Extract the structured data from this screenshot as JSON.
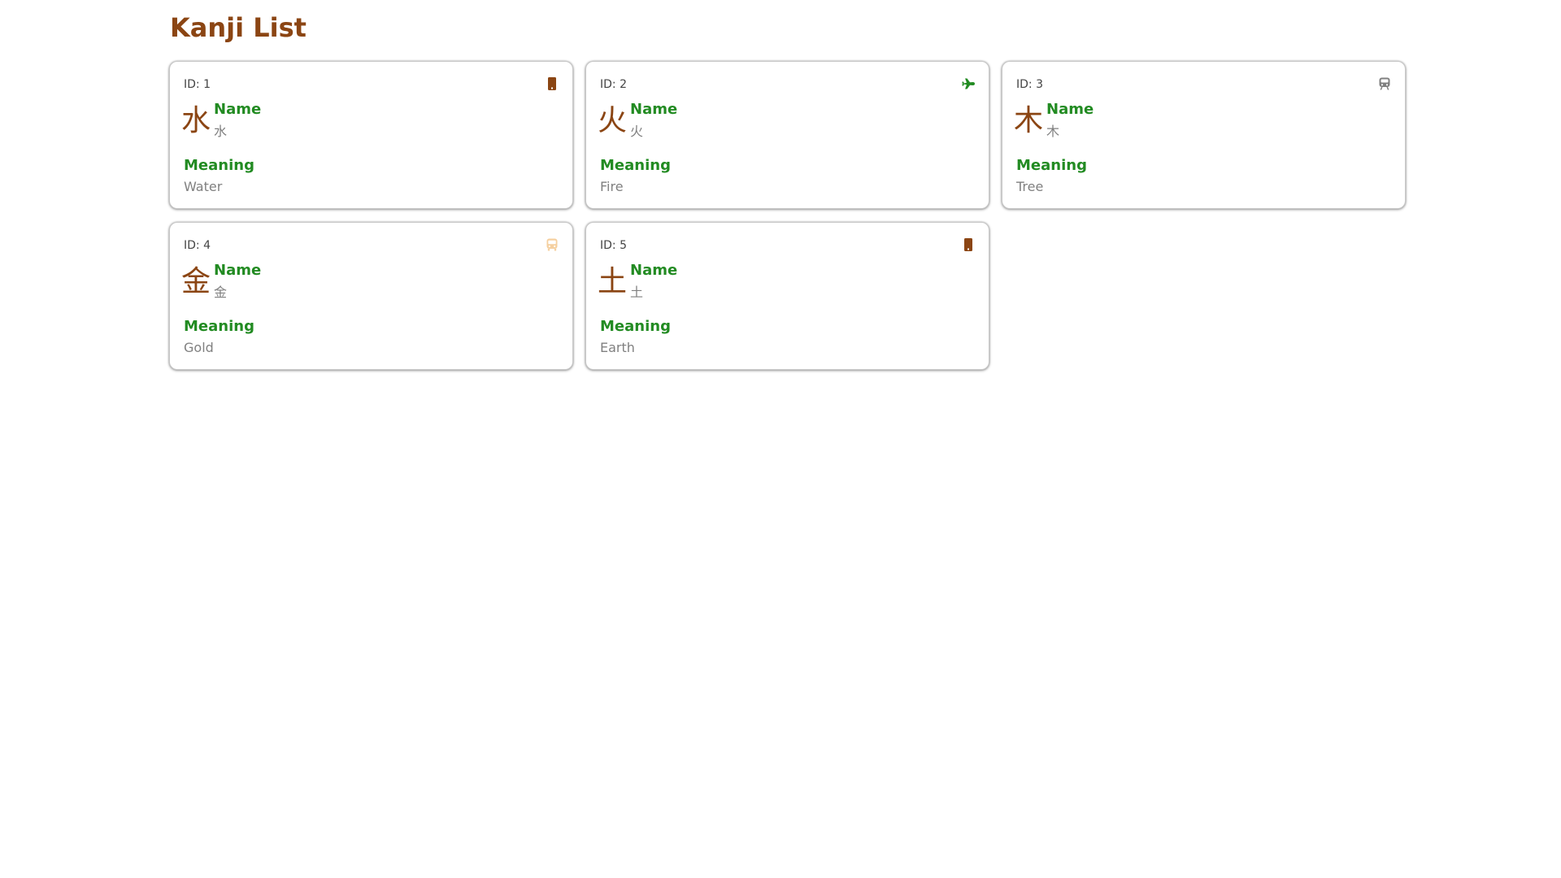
{
  "header": {
    "title": "Kanji List"
  },
  "labels": {
    "name": "Name",
    "meaning": "Meaning"
  },
  "colors": {
    "title": "#8B4513",
    "label": "#228B22",
    "value": "#808080",
    "kanji": "#8B4513"
  },
  "cards": [
    {
      "id_text": "ID: 1",
      "kanji": "水",
      "name": "水",
      "meaning": "Water",
      "icon": "mobile-phone-icon",
      "icon_color": "#8B4513"
    },
    {
      "id_text": "ID: 2",
      "kanji": "火",
      "name": "火",
      "meaning": "Fire",
      "icon": "airplane-icon",
      "icon_color": "#228B22"
    },
    {
      "id_text": "ID: 3",
      "kanji": "木",
      "name": "木",
      "meaning": "Tree",
      "icon": "train-icon",
      "icon_color": "#808080"
    },
    {
      "id_text": "ID: 4",
      "kanji": "金",
      "name": "金",
      "meaning": "Gold",
      "icon": "bus-icon",
      "icon_color": "#F5D0A0"
    },
    {
      "id_text": "ID: 5",
      "kanji": "土",
      "name": "土",
      "meaning": "Earth",
      "icon": "mobile-phone-icon",
      "icon_color": "#8B4513"
    }
  ]
}
